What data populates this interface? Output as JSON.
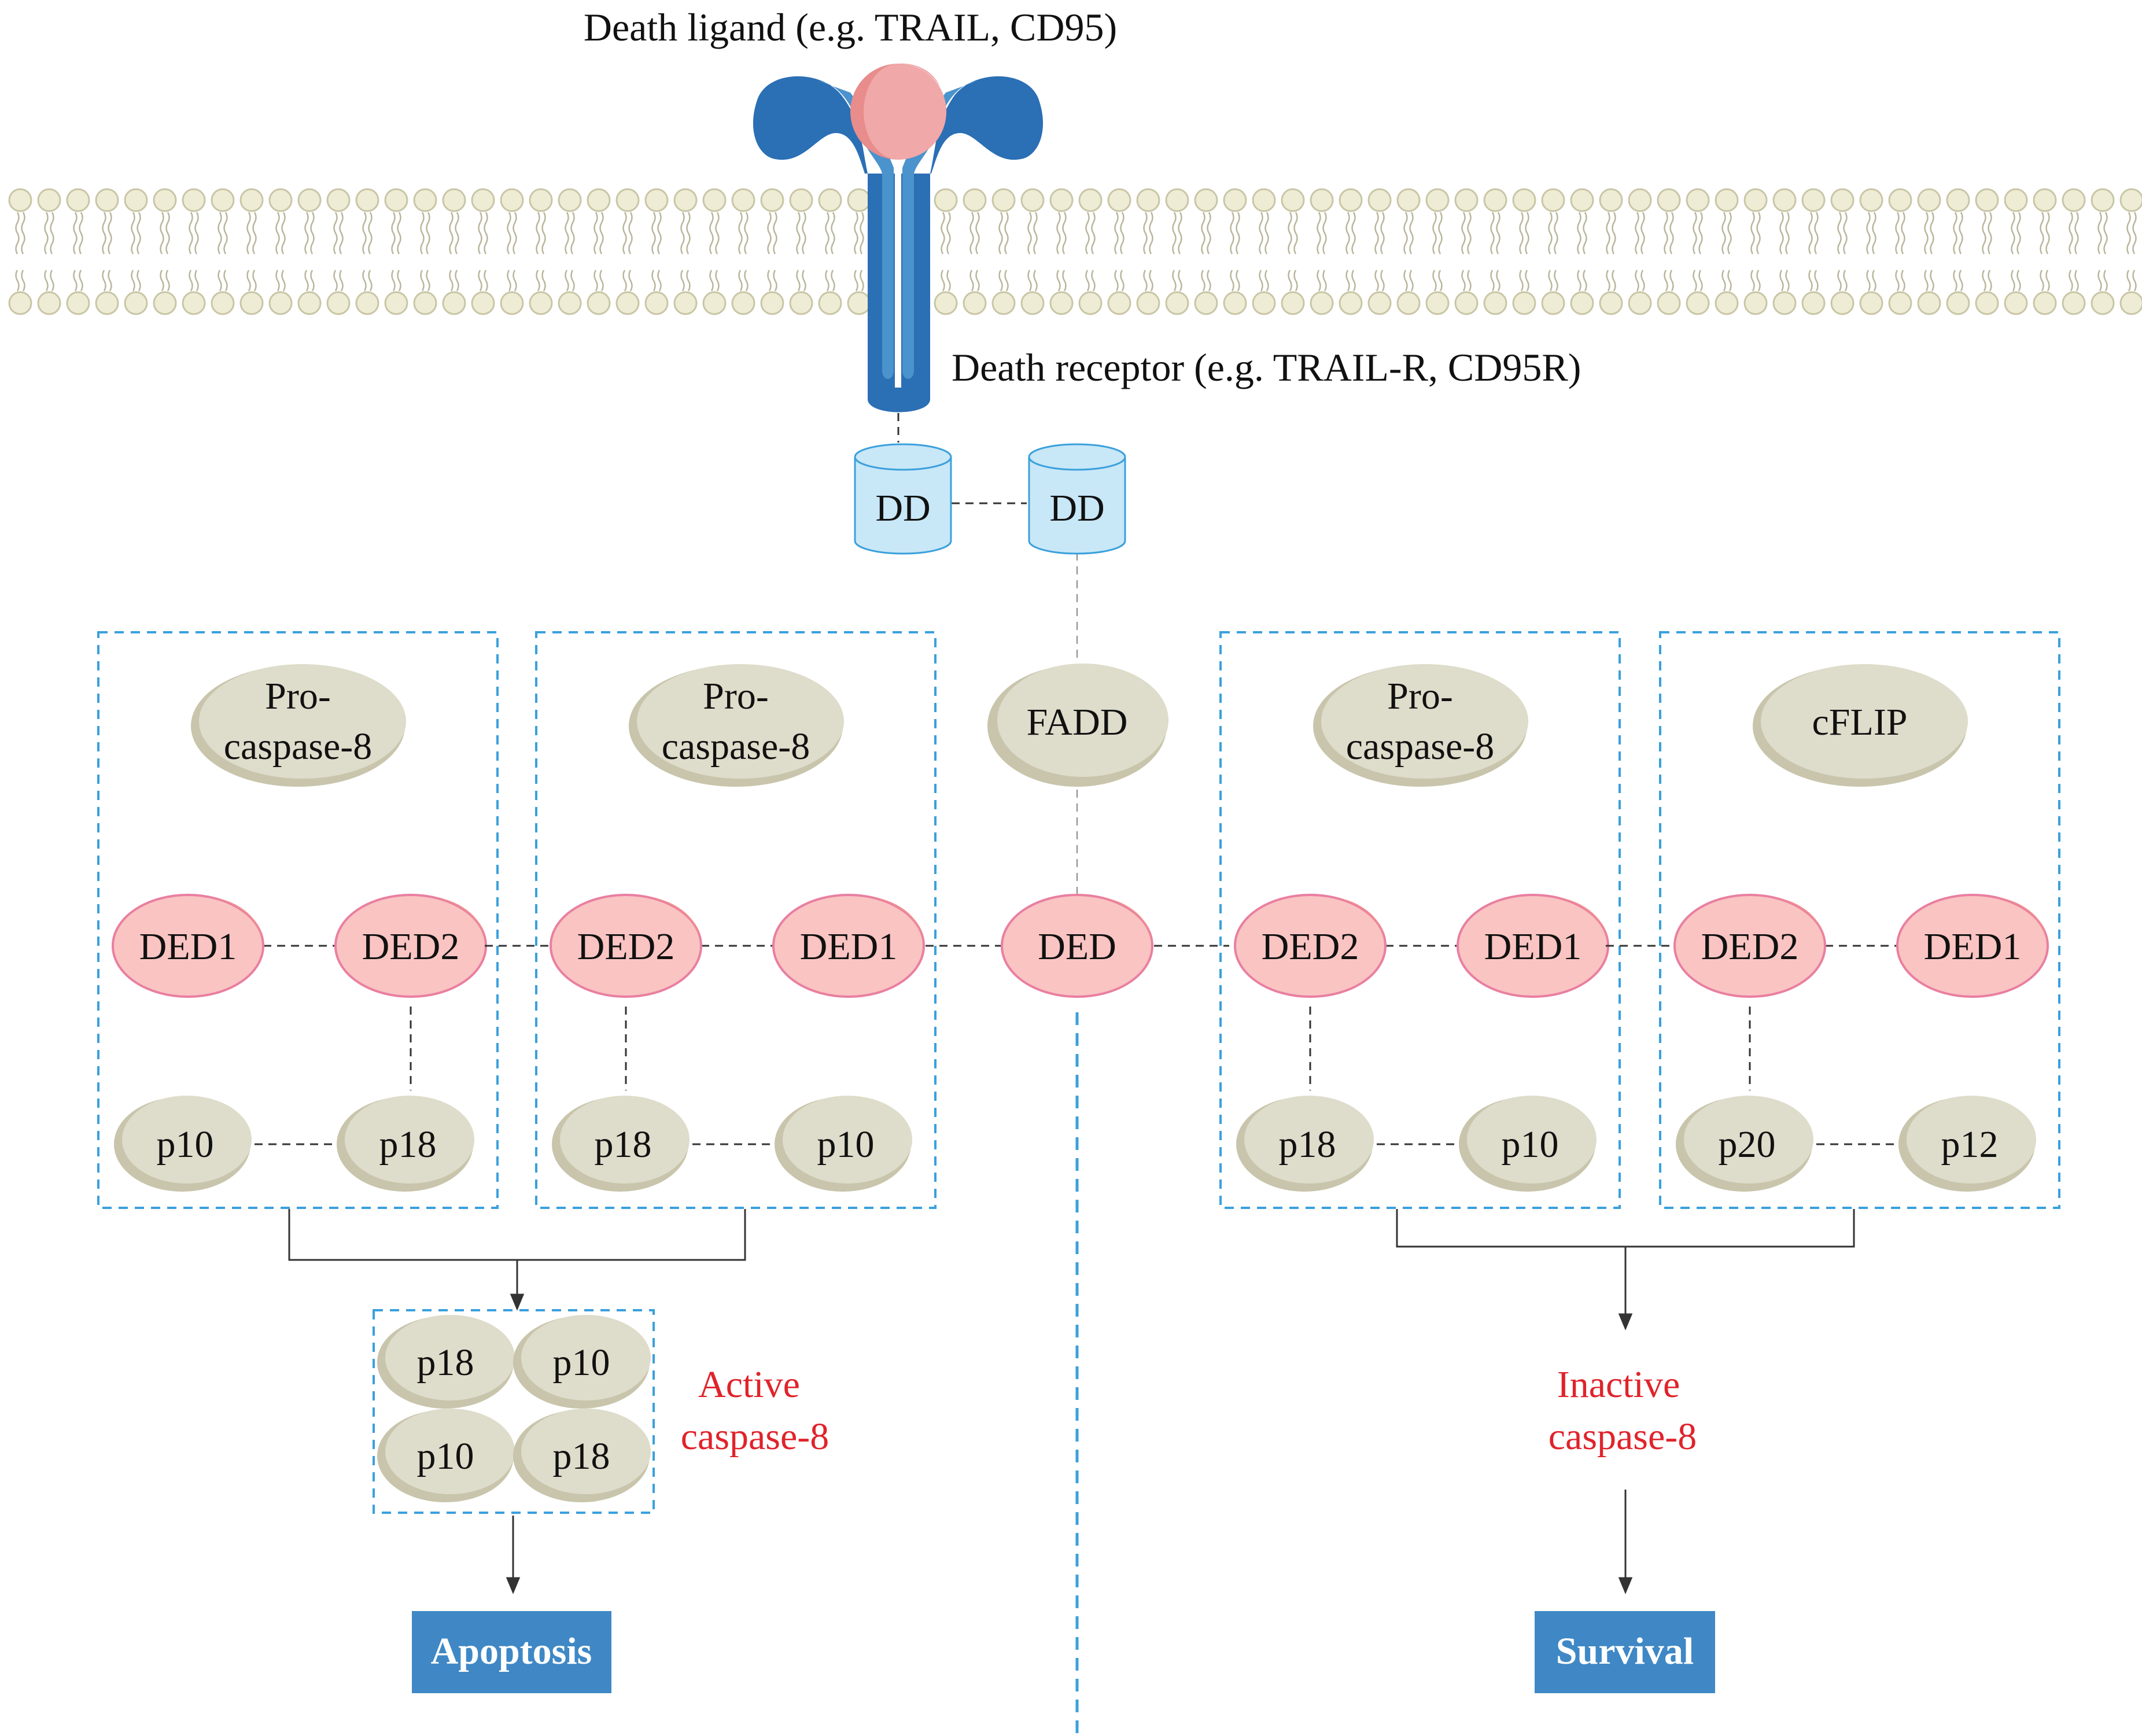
{
  "colors": {
    "receptor_dark": "#2b6fb5",
    "receptor_mid": "#4a93cc",
    "receptor_light": "#c9e3f5",
    "ligand": "#e88c8c",
    "ligand_light": "#f0a8a8",
    "membrane_head": "#eeecd5",
    "membrane_edge": "#c9c6a6",
    "membrane_tail": "#b9b69b",
    "dd_fill": "#c8e7f7",
    "dd_stroke": "#3aa0dc",
    "protein_fill": "#dedcca",
    "protein_shadow": "#c8c5ac",
    "ded_fill": "#f9c4c2",
    "ded_accent": "#f08d8f",
    "ded_stroke": "#e97fa0",
    "box_border": "#3aa0dc",
    "red_text": "#e0232b",
    "outcome_fill": "#3f88c5",
    "line": "#333333"
  },
  "labels": {
    "death_ligand": "Death ligand (e.g. TRAIL, CD95)",
    "death_receptor": "Death receptor (e.g. TRAIL-R, CD95R)",
    "dd_left": "DD",
    "dd_right": "DD",
    "fadd": "FADD",
    "fadd_ded": "DED",
    "active_caspase_line1": "Active",
    "active_caspase_line2": "caspase-8",
    "inactive_caspase_line1": "Inactive",
    "inactive_caspase_line2": "caspase-8",
    "apoptosis": "Apoptosis",
    "survival": "Survival"
  },
  "boxes": [
    {
      "id": "box-1",
      "title_line1": "Pro-",
      "title_line2": "caspase-8",
      "ded_left": "DED1",
      "ded_right": "DED2",
      "sub_left": "p10",
      "sub_right": "p18"
    },
    {
      "id": "box-2",
      "title_line1": "Pro-",
      "title_line2": "caspase-8",
      "ded_left": "DED2",
      "ded_right": "DED1",
      "sub_left": "p18",
      "sub_right": "p10"
    },
    {
      "id": "box-3",
      "title_line1": "Pro-",
      "title_line2": "caspase-8",
      "ded_left": "DED2",
      "ded_right": "DED1",
      "sub_left": "p18",
      "sub_right": "p10"
    },
    {
      "id": "box-4",
      "title_line1": "cFLIP",
      "title_line2": "",
      "ded_left": "DED2",
      "ded_right": "DED1",
      "sub_left": "p20",
      "sub_right": "p12"
    }
  ],
  "active_complex": [
    "p18",
    "p10",
    "p10",
    "p18"
  ]
}
